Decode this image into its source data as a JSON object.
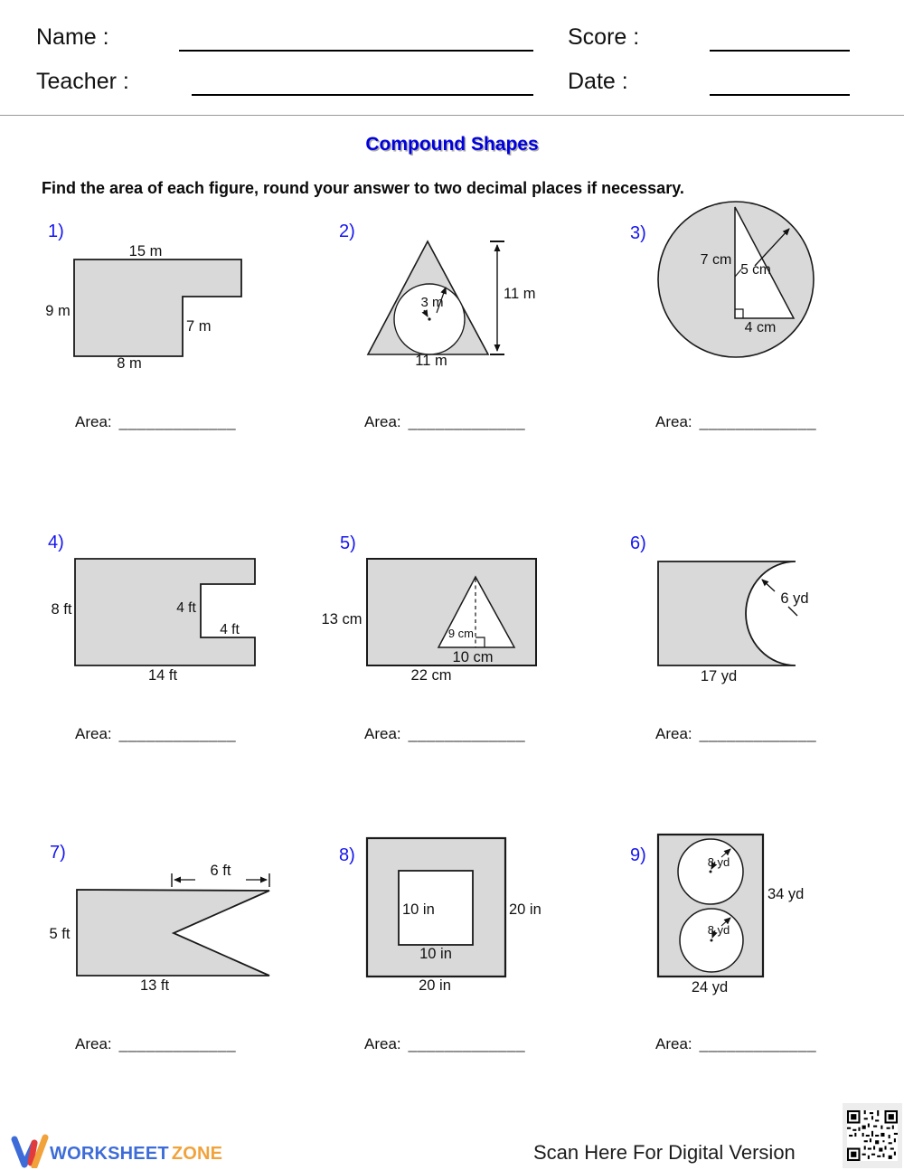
{
  "header": {
    "name_label": "Name :",
    "teacher_label": "Teacher :",
    "score_label": "Score :",
    "date_label": "Date :"
  },
  "title": "Compound Shapes",
  "instructions": "Find the area of each figure, round your answer to two decimal places if necessary.",
  "area_label": "Area:",
  "area_line": "_____________",
  "problems": [
    {
      "number": "1)",
      "dims": {
        "top": "15 m",
        "left": "9 m",
        "inner": "7 m",
        "bottom": "8 m"
      }
    },
    {
      "number": "2)",
      "dims": {
        "radius": "3 m",
        "height": "11 m",
        "base": "11 m"
      }
    },
    {
      "number": "3)",
      "dims": {
        "vertical": "7 cm",
        "radius": "5 cm",
        "base": "4 cm"
      }
    },
    {
      "number": "4)",
      "dims": {
        "left": "8 ft",
        "notch_height": "4 ft",
        "notch_depth": "4 ft",
        "bottom": "14 ft"
      }
    },
    {
      "number": "5)",
      "dims": {
        "left": "13 cm",
        "tri_height": "9 cm",
        "tri_base": "10 cm",
        "bottom": "22 cm"
      }
    },
    {
      "number": "6)",
      "dims": {
        "radius": "6 yd",
        "bottom": "17 yd"
      }
    },
    {
      "number": "7)",
      "dims": {
        "notch": "6 ft",
        "left": "5 ft",
        "bottom": "13 ft"
      }
    },
    {
      "number": "8)",
      "dims": {
        "inner_left": "10 in",
        "inner_bottom": "10 in",
        "right": "20 in",
        "bottom": "20 in"
      }
    },
    {
      "number": "9)",
      "dims": {
        "circle_top": "8 yd",
        "circle_bottom": "8 yd",
        "right": "34 yd",
        "bottom": "24 yd"
      }
    }
  ],
  "footer": {
    "brand_worksheet": "WORKSHEET",
    "brand_zone": "ZONE",
    "scan_text": "Scan Here For Digital Version"
  },
  "colors": {
    "accent_blue": "#1616f0",
    "title_blue": "#0000dd",
    "shape_fill": "#d9d9d9",
    "logo_blue": "#3d6cd8",
    "logo_orange": "#f1a23b",
    "logo_red": "#e23b3b"
  }
}
